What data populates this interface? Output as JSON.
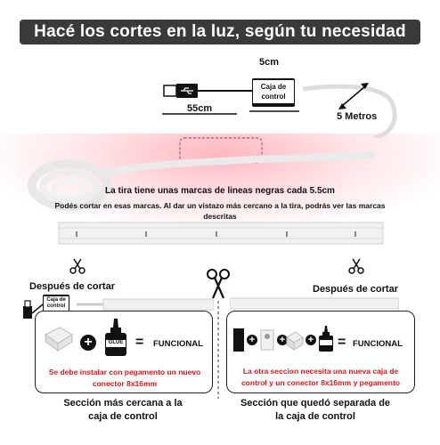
{
  "title": "Hacé los cortes en la luz, según tu necesidad",
  "measure_5cm": "5cm",
  "measure_55cm": "55cm",
  "control_box_label": "Caja de control",
  "length_label": "5 Metros",
  "info_main": "La tira tiene unas marcas de lineas negras cada 5.5cm",
  "info_detail": "Podés cortar en esas marcas. Al dar un vistazo más cercano a la tira, podrás ver las marcas descritas",
  "after_cut_left": "Después de cortar",
  "after_cut_right": "Después de cortar",
  "glue_label": "GLUE",
  "functional_left": "FUNCIONAL",
  "functional_right": "FUNCIONAL",
  "red_left": "Se debe instalar con pegamento un nuevo conector 8x16mm",
  "red_right": "La otra seccion necesita una nueva caja de control y un conector 8x16mm y pegamento",
  "bottom_left": "Sección más cercana a la caja de control",
  "bottom_right": "Sección que quedó separada de la caja de control",
  "colors": {
    "title_bg": "#3a3a3a",
    "warning_red": "#e01818",
    "glow": "#ffaab4"
  },
  "icons": [
    "usb-plug-icon",
    "scissors-icon",
    "glue-bottle-icon",
    "connector-icon",
    "plus-icon",
    "equals-icon"
  ]
}
